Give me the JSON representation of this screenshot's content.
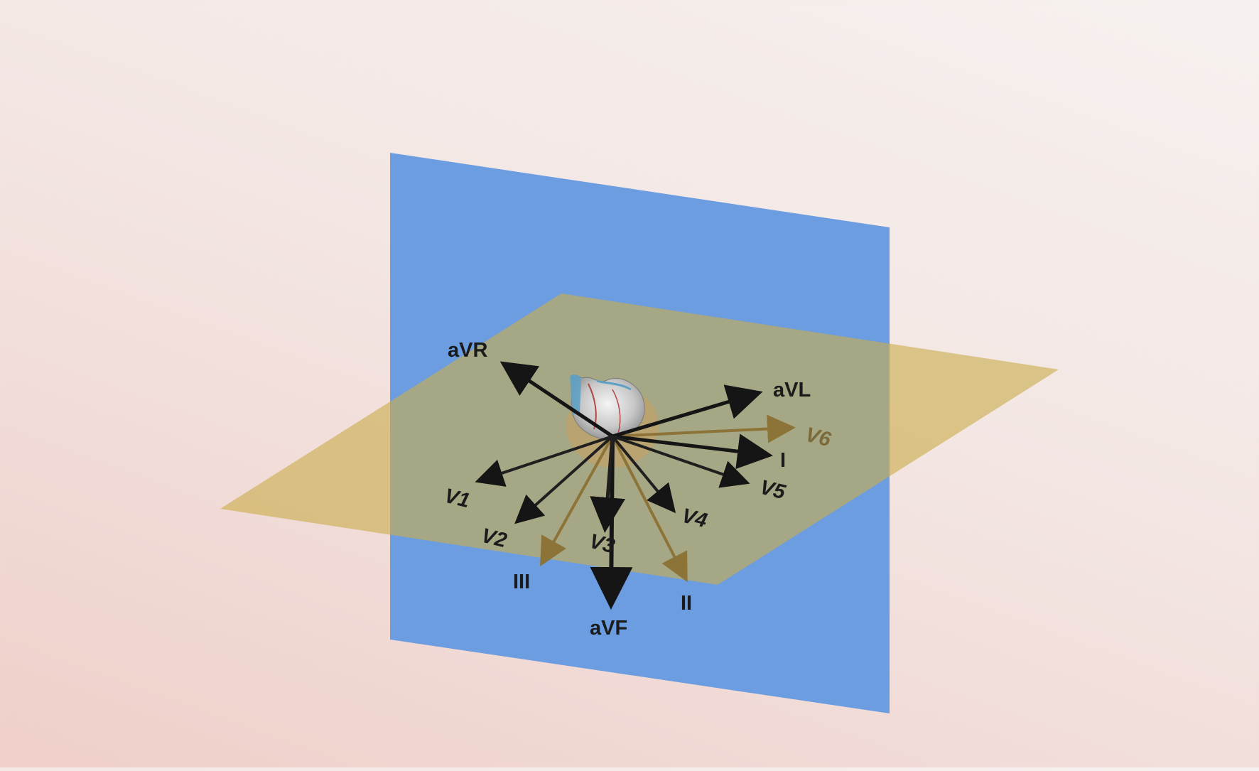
{
  "diagram": {
    "colors": {
      "background_top": "#f6f1ef",
      "background_bottom": "#efcfc9",
      "frontal_plane": "#6c9de0",
      "horizontal_plane": "#c9ac4c",
      "frontal_lead_arrow": "#151515",
      "horizontal_lead_arrow": "#1f1f1f",
      "limb_lead_faint_arrow": "#8c7438"
    },
    "planes": {
      "frontal": "frontal-plane",
      "horizontal": "horizontal-plane"
    },
    "center_object": "heart-image",
    "frontal_leads": {
      "aVR": "aVR",
      "aVL": "aVL",
      "I": "I",
      "II": "II",
      "III": "III",
      "aVF": "aVF"
    },
    "precordial_leads": {
      "V1": "V1",
      "V2": "V2",
      "V3": "V3",
      "V4": "V4",
      "V5": "V5",
      "V6": "V6"
    }
  }
}
